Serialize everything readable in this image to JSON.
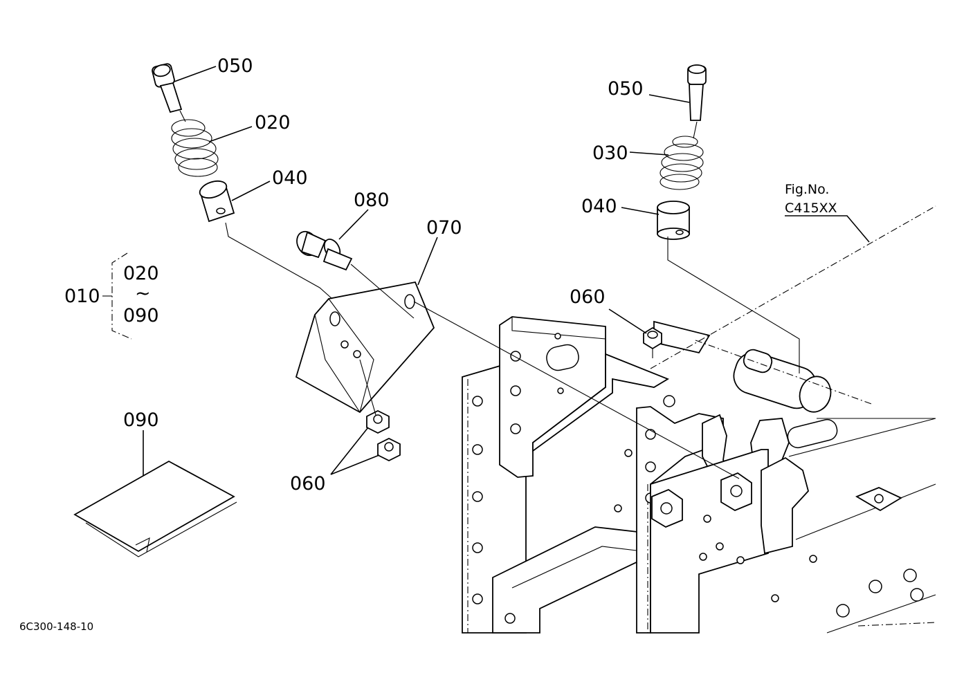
{
  "labels": {
    "l050a": "050",
    "l020a": "020",
    "l040a": "040",
    "l080": "080",
    "l070": "070",
    "l050b": "050",
    "l030": "030",
    "l040b": "040",
    "l060a": "060",
    "l060b": "060",
    "l090": "090",
    "l010": "010",
    "range_from": "020",
    "range_tilde": "~",
    "range_to": "090"
  },
  "figure": {
    "fig_label": "Fig.No.",
    "fig_number": "C415XX"
  },
  "drawing_code": "6C300-148-10"
}
